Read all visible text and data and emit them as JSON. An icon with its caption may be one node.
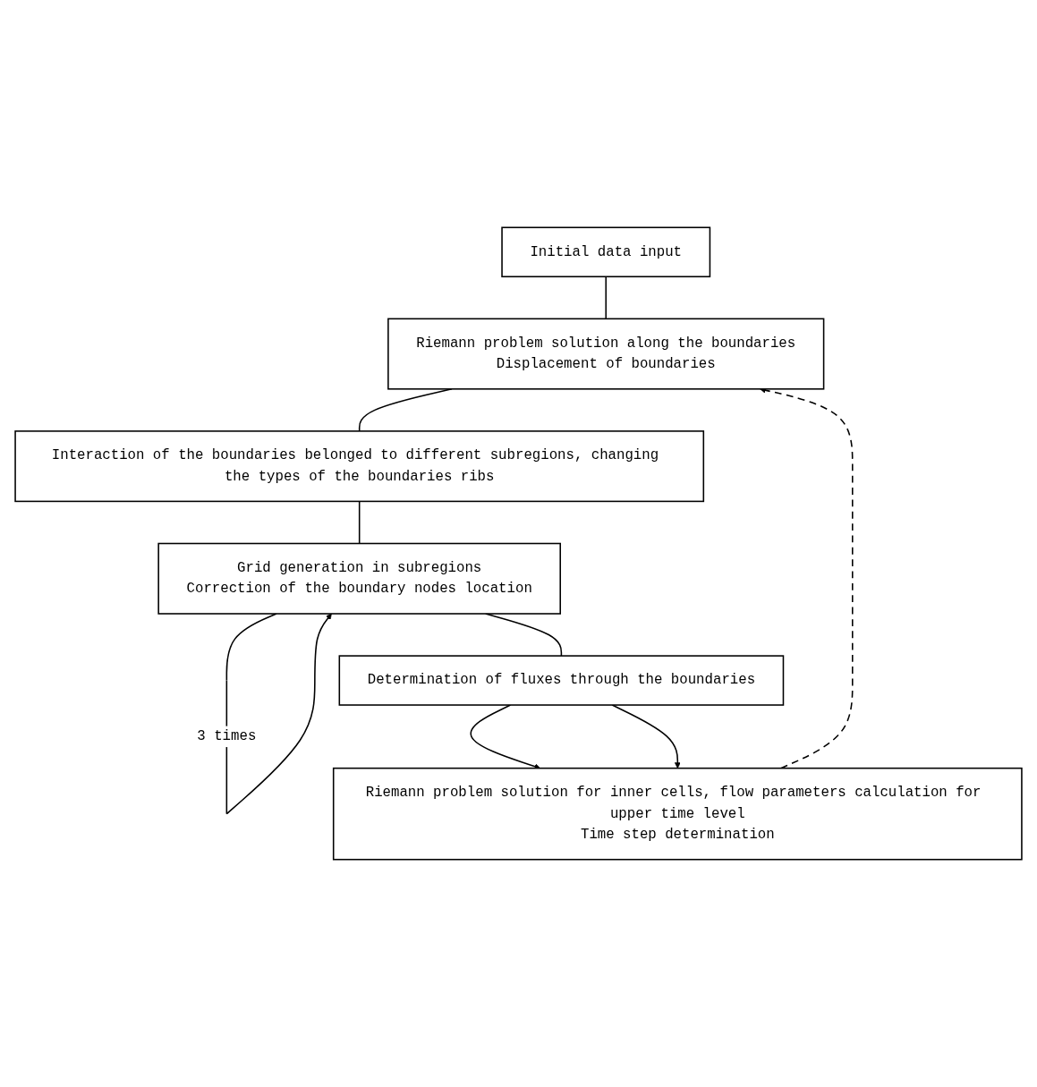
{
  "diagram": {
    "nodes": [
      {
        "text": [
          "Initial data input"
        ]
      },
      {
        "text": [
          "Riemann problem solution along the boundaries",
          "Displacement of boundaries"
        ]
      },
      {
        "text": [
          "Interaction of the boundaries belonged to different subregions, changing the types of the boundaries ribs"
        ]
      },
      {
        "text": [
          "Grid generation in subregions",
          "Correction of the boundary nodes location"
        ]
      },
      {
        "text": [
          "Determination of fluxes through the boundaries"
        ]
      },
      {
        "text": [
          "Riemann problem solution for inner cells, flow parameters calculation for upper time level",
          "Time step determination"
        ]
      }
    ],
    "edges": [
      {
        "from": 0,
        "to": 1,
        "arrow": "none"
      },
      {
        "from": 1,
        "to": 2,
        "arrow": "none"
      },
      {
        "from": 2,
        "to": 3,
        "arrow": "none"
      },
      {
        "from": 3,
        "to": 3,
        "arrow": "to",
        "label": "3 times"
      },
      {
        "from": 3,
        "to": 4,
        "arrow": "none"
      },
      {
        "from": 4,
        "to": 5,
        "arrow": "to"
      },
      {
        "from": 4,
        "to": 5,
        "arrow": "to"
      },
      {
        "from": 5,
        "to": 1,
        "arrow": "to",
        "style": "dashed"
      }
    ]
  }
}
